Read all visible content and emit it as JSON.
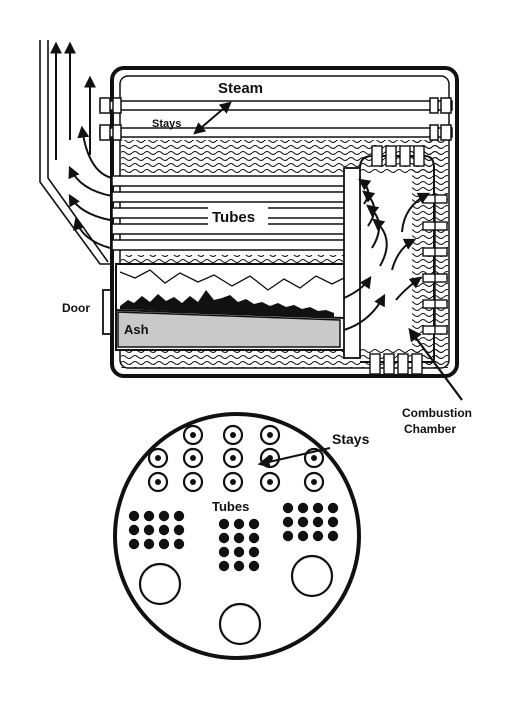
{
  "labels": {
    "steam": "Steam",
    "stays_side": "Stays",
    "tubes_side": "Tubes",
    "door": "Door",
    "ash": "Ash",
    "combustion_line1": "Combustion",
    "combustion_line2": "Chamber",
    "stays_end": "Stays",
    "tubes_end": "Tubes"
  },
  "colors": {
    "ink": "#111111",
    "ash_fill": "#c9c9c9",
    "background": "#ffffff"
  },
  "icons": {
    "flow_arrows": "arrow-icon",
    "stay_circles": "circle-dot-icon",
    "tube_dots": "filled-dot-icon"
  }
}
